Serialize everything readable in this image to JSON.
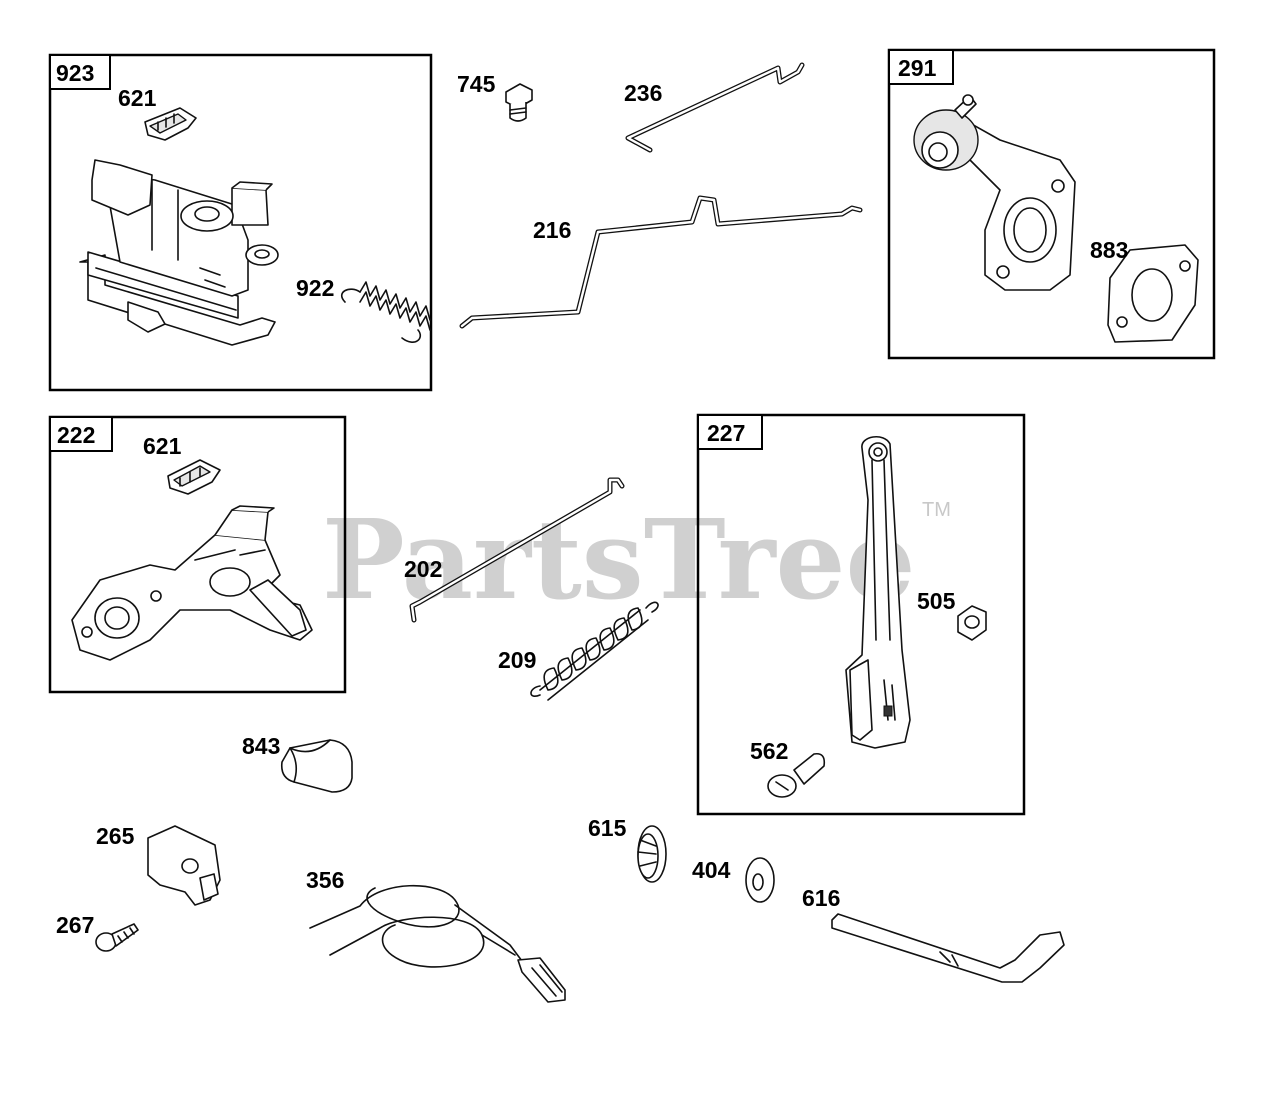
{
  "watermark": {
    "text": "PartsTree",
    "trademark": "TM"
  },
  "assemblies": [
    {
      "id": "923",
      "tag": "923"
    },
    {
      "id": "291",
      "tag": "291"
    },
    {
      "id": "222",
      "tag": "222"
    },
    {
      "id": "227",
      "tag": "227"
    }
  ],
  "labels": {
    "p621a": "621",
    "p922": "922",
    "p745": "745",
    "p236": "236",
    "p216": "216",
    "p883": "883",
    "p621b": "621",
    "p202": "202",
    "p209": "209",
    "p505": "505",
    "p562": "562",
    "p843": "843",
    "p265": "265",
    "p267": "267",
    "p356": "356",
    "p615": "615",
    "p404": "404",
    "p616": "616"
  }
}
